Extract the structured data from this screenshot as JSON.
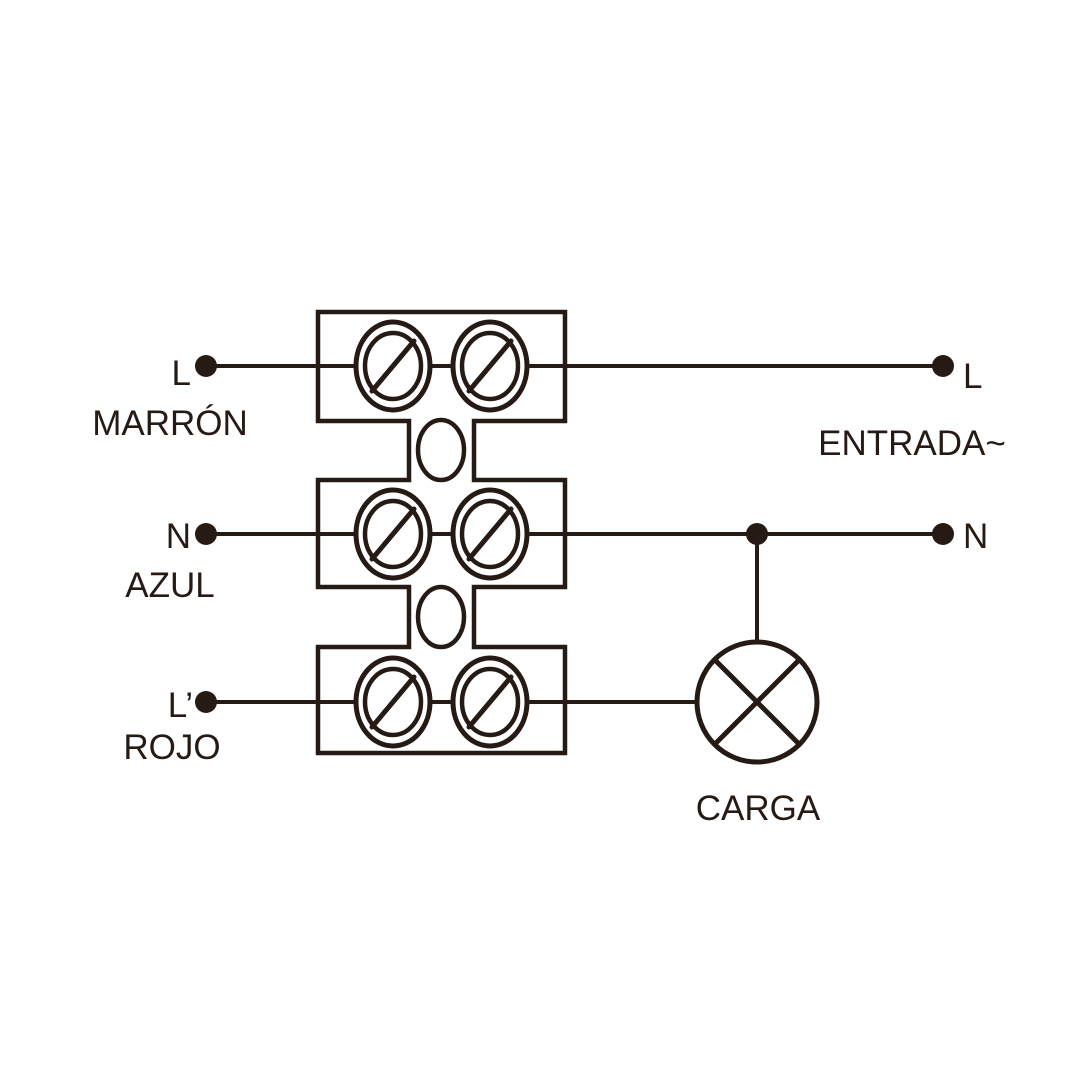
{
  "colors": {
    "ink": "#261b14",
    "background": "#ffffff"
  },
  "diagram": {
    "left_terminals": [
      {
        "terminal": "L",
        "wire_color": "MARRÓN"
      },
      {
        "terminal": "N",
        "wire_color": "AZUL"
      },
      {
        "terminal": "L’",
        "wire_color": "ROJO"
      }
    ],
    "right_terminals": {
      "live": "L",
      "input_label": "ENTRADA~",
      "neutral": "N"
    },
    "load_label": "CARGA"
  }
}
